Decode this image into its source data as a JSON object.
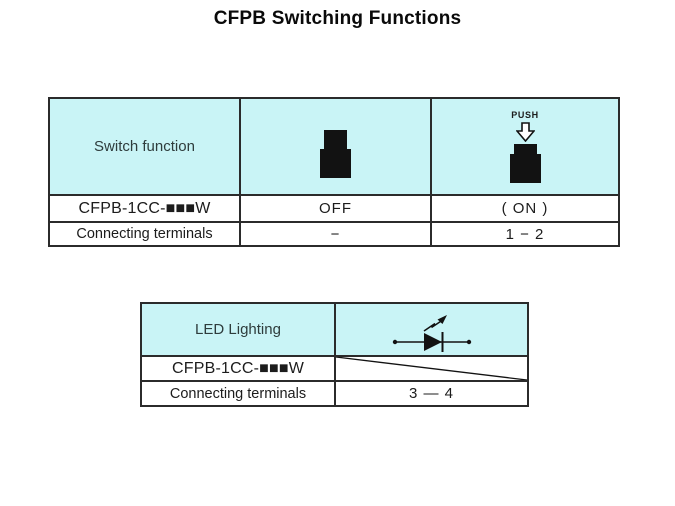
{
  "title": "CFPB Switching Functions",
  "colors": {
    "header_bg": "#c9f4f6",
    "border": "#2b2b2b",
    "text": "#1c1c1c",
    "icon": "#121212"
  },
  "switch_table": {
    "header_label": "Switch function",
    "push_label": "PUSH",
    "off_icon": "push-button-released-icon",
    "on_icon": "push-button-pressed-icon",
    "rows": [
      {
        "label": "CFPB-1CC-■■■W",
        "values": [
          "OFF",
          "( ON )"
        ]
      },
      {
        "label": "Connecting terminals",
        "values": [
          "−",
          "1 − 2"
        ]
      }
    ]
  },
  "led_table": {
    "header_label": "LED Lighting",
    "symbol_icon": "led-symbol-icon",
    "na_icon": "diagonal-strike-icon",
    "rows": [
      {
        "label": "CFPB-1CC-■■■W",
        "values": [
          ""
        ]
      },
      {
        "label": "Connecting terminals",
        "values": [
          "3 — 4"
        ]
      }
    ]
  }
}
